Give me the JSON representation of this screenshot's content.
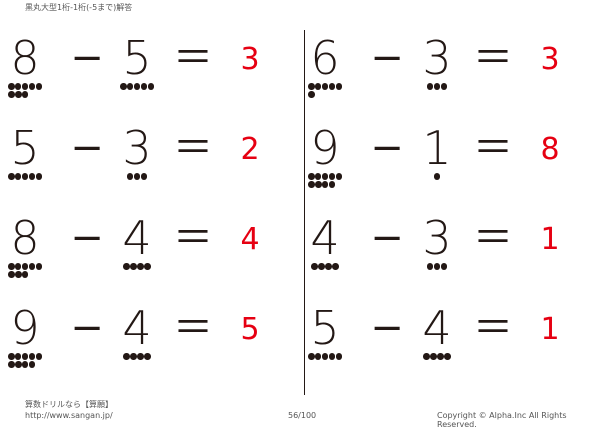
{
  "header": {
    "title": "黒丸大型1桁-1桁(-5まで)解答"
  },
  "symbols": {
    "minus": "−",
    "equals": "＝"
  },
  "problems": [
    {
      "a": "8",
      "b": "5",
      "answer": "3"
    },
    {
      "a": "5",
      "b": "3",
      "answer": "2"
    },
    {
      "a": "8",
      "b": "4",
      "answer": "4"
    },
    {
      "a": "9",
      "b": "4",
      "answer": "5"
    },
    {
      "a": "6",
      "b": "3",
      "answer": "3"
    },
    {
      "a": "9",
      "b": "1",
      "answer": "8"
    },
    {
      "a": "4",
      "b": "3",
      "answer": "1"
    },
    {
      "a": "5",
      "b": "4",
      "answer": "1"
    }
  ],
  "footer": {
    "brand": "算数ドリルなら【算願】",
    "url": "http://www.sangan.jp/",
    "page": "56/100",
    "copyright": "Copyright © Alpha.Inc All Rights Reserved."
  }
}
